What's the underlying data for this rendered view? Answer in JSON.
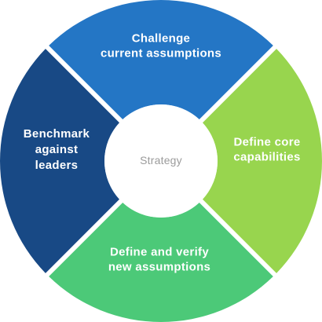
{
  "diagram": {
    "center": {
      "label": "Strategy",
      "text_color": "#9b9b9b",
      "fill": "#ffffff"
    },
    "segments": [
      {
        "id": "top",
        "lines": [
          "Challenge",
          "current assumptions"
        ],
        "color": "#2476c5"
      },
      {
        "id": "right",
        "lines": [
          "Define core",
          "capabilities"
        ],
        "color": "#98d54e"
      },
      {
        "id": "bottom",
        "lines": [
          "Define and verify",
          "new assumptions"
        ],
        "color": "#4cc978"
      },
      {
        "id": "left",
        "lines": [
          "Benchmark",
          "against",
          "leaders"
        ],
        "color": "#184985"
      }
    ]
  }
}
